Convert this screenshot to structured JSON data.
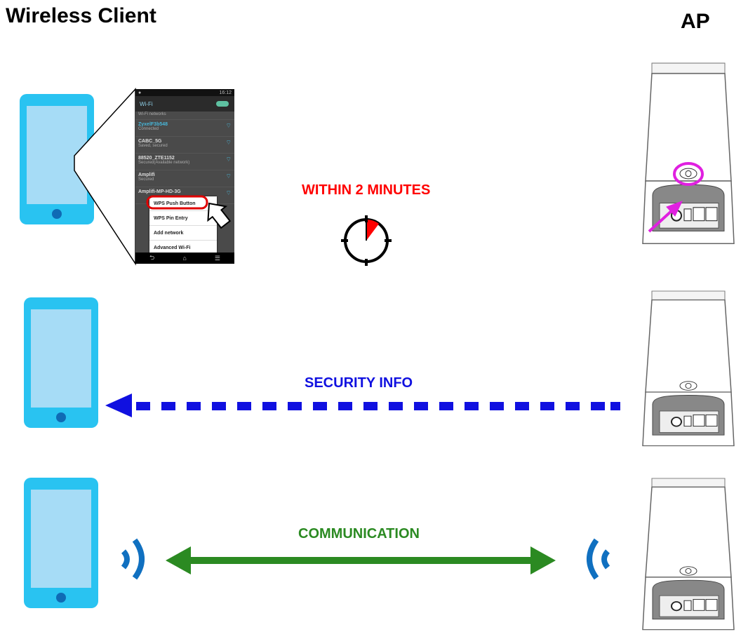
{
  "titles": {
    "client": "Wireless Client",
    "ap": "AP"
  },
  "steps": {
    "step1_label": "WITHIN 2 MINUTES",
    "step2_label": "SECURITY INFO",
    "step3_label": "COMMUNICATION"
  },
  "phone_screenshot": {
    "status_time": "16:12",
    "header": "Wi-Fi",
    "section": "Wi-Fi networks",
    "networks": [
      {
        "name": "ZyxelF3b548",
        "status": "Connected"
      },
      {
        "name": "CABC_5G",
        "status": "Saved, secured"
      },
      {
        "name": "88520_ZTE1152",
        "status": "Secured(Available network)"
      },
      {
        "name": "Amplifi",
        "status": "Secured"
      },
      {
        "name": "Amplifi-MP-HD-3G",
        "status": ""
      }
    ],
    "menu": [
      "WPS Push Button",
      "WPS Pin Entry",
      "Add network",
      "Advanced Wi-Fi"
    ],
    "nav": [
      "back",
      "home",
      "menu"
    ]
  },
  "colors": {
    "phone_body": "#29c3f1",
    "phone_screen": "#a6dcf6",
    "step1_label": "#ff0000",
    "step2_arrow": "#1010e0",
    "step3_arrow": "#2b8a22",
    "wps_highlight": "#e020e0",
    "signal_waves": "#1070c0"
  },
  "icons": [
    "smartphone-icon",
    "timer-icon",
    "pointer-arrow-icon",
    "wifi-signal-icon",
    "access-point-device"
  ]
}
